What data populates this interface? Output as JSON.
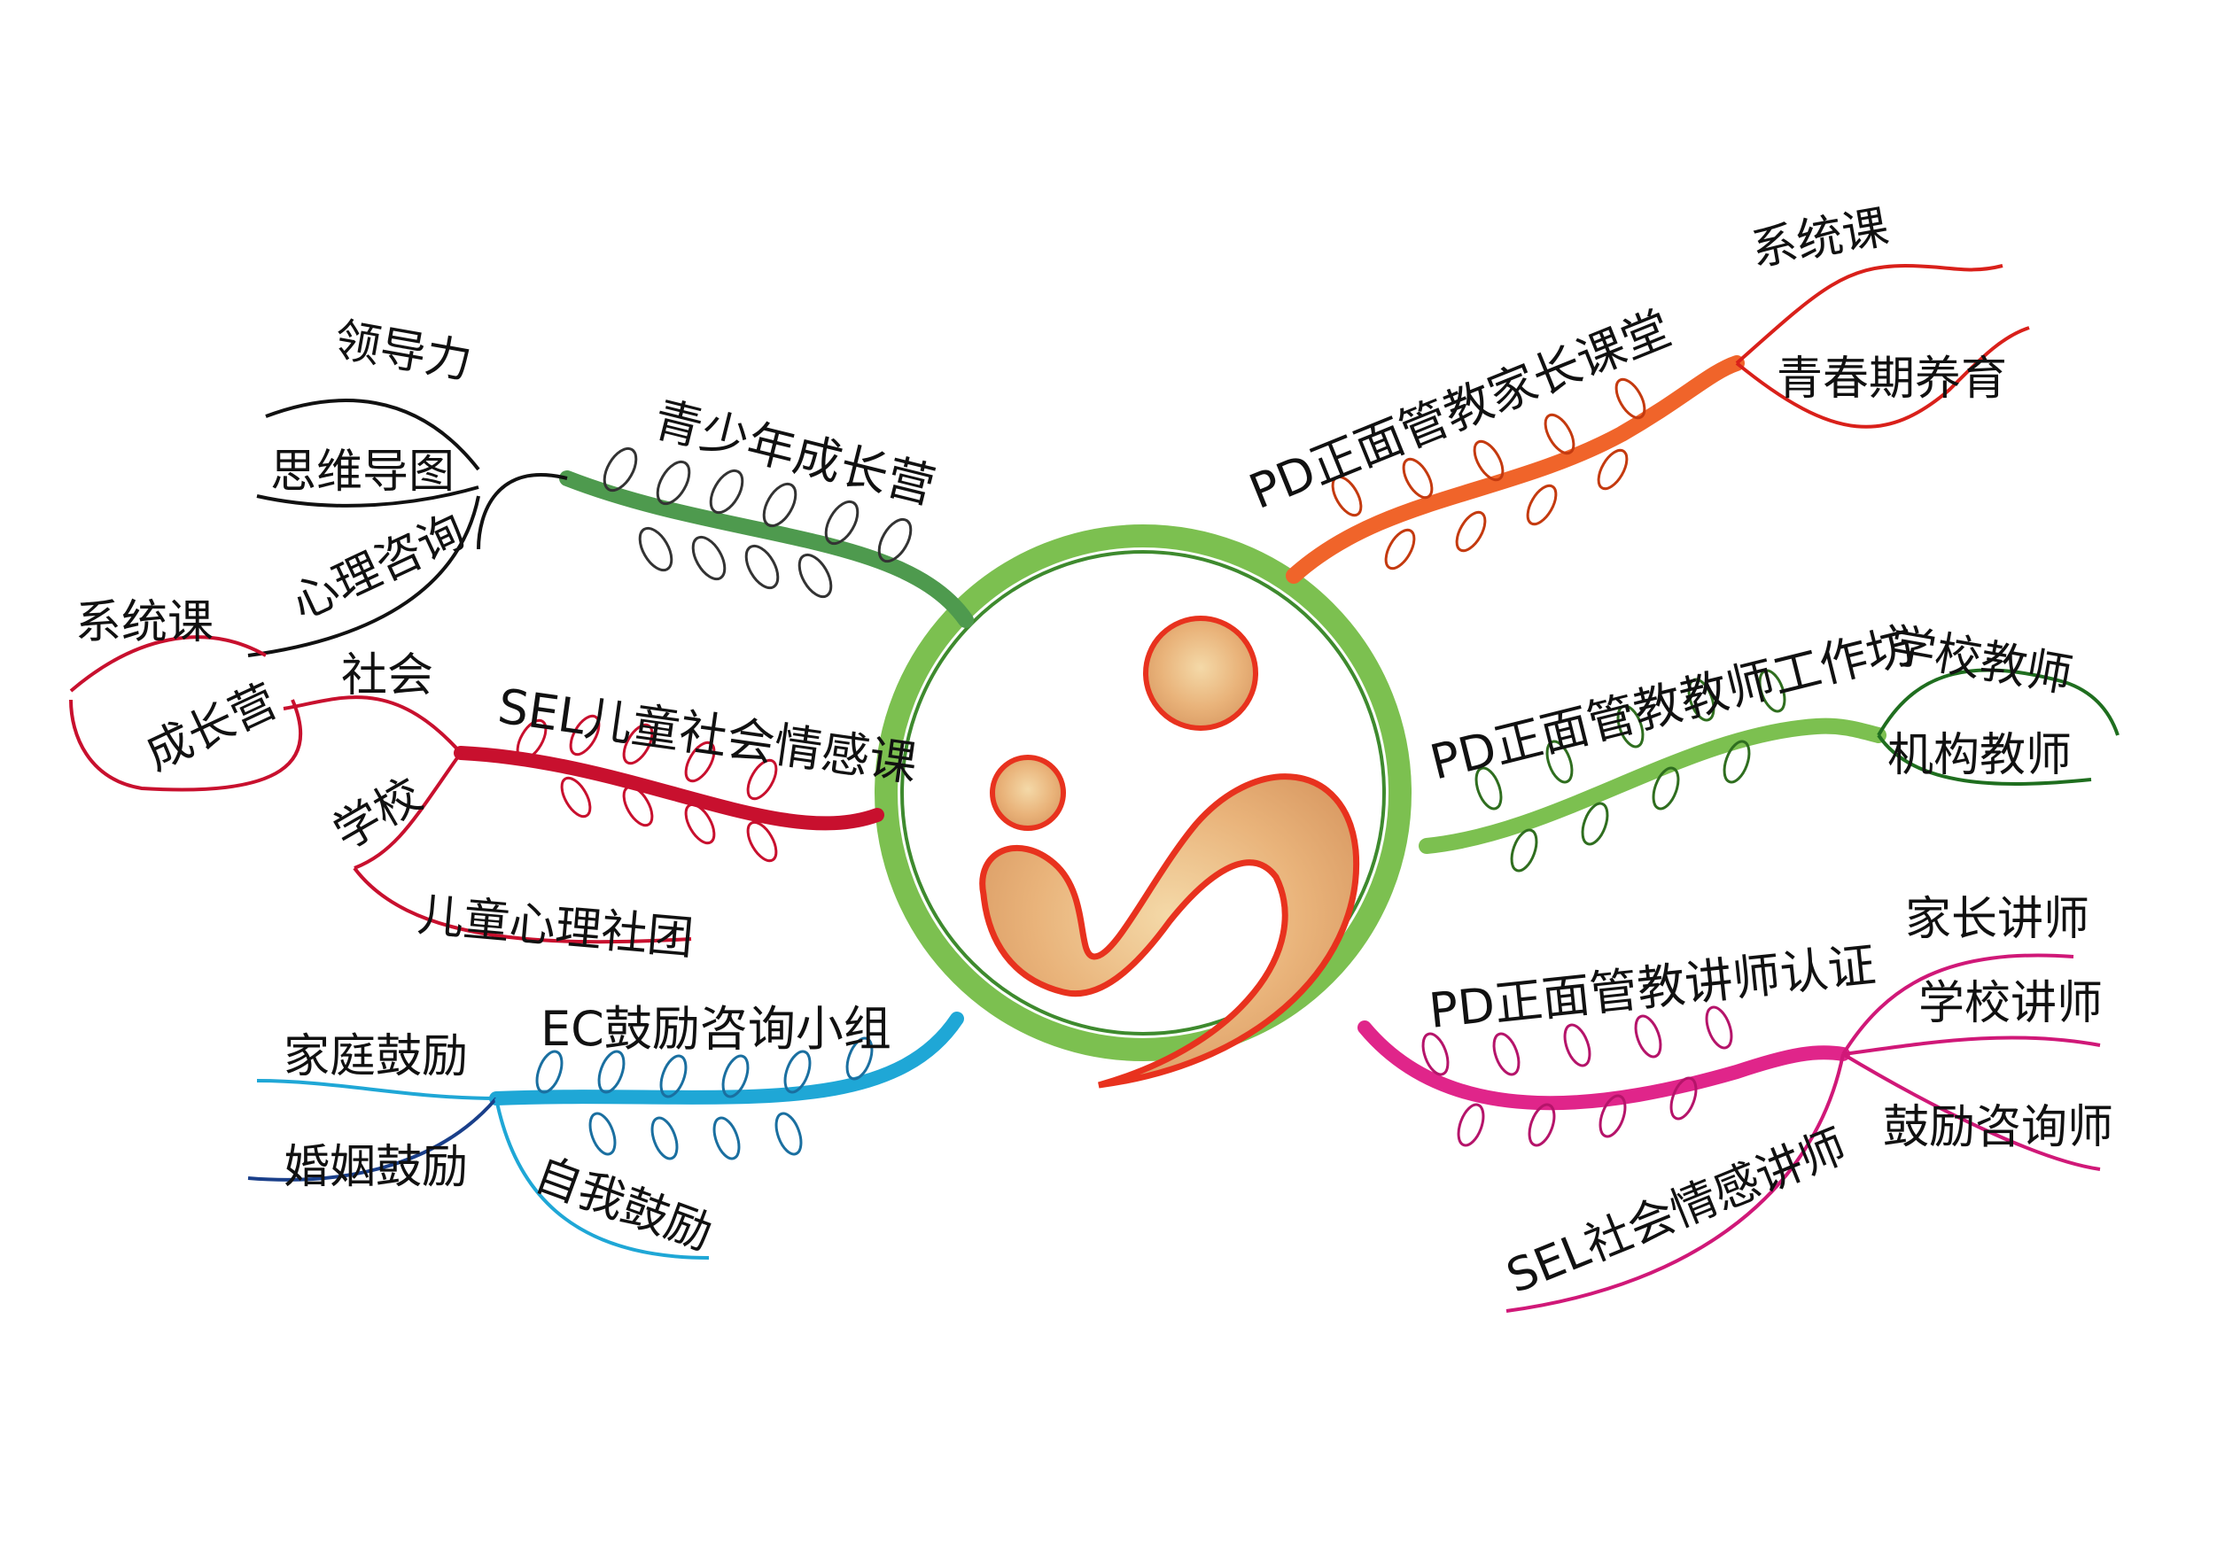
{
  "center": {
    "ring_color": "#7cc050",
    "figure_fill": "#e9b37a",
    "figure_outline": "#e8321e"
  },
  "branches": [
    {
      "id": "youth-camp",
      "label": "青少年成长营",
      "color": "#4e9a4e",
      "children": [
        "领导力",
        "思维导图",
        "心理咨询",
        "系统课"
      ]
    },
    {
      "id": "sel-children",
      "label": "SEL儿童社会情感课",
      "color": "#c8102e",
      "children": [
        "社会",
        "成长营",
        "学校",
        "儿童心理社团"
      ]
    },
    {
      "id": "ec-group",
      "label": "EC鼓励咨询小组",
      "color": "#1fa7d6",
      "children": [
        "家庭鼓励",
        "婚姻鼓励",
        "自我鼓励"
      ]
    },
    {
      "id": "pd-parent",
      "label": "PD正面管教家长课堂",
      "color": "#f0642a",
      "children": [
        "系统课",
        "青春期养育"
      ]
    },
    {
      "id": "pd-teacher",
      "label": "PD正面管教教师工作坊",
      "color": "#3a9a2a",
      "children": [
        "学校教师",
        "机构教师"
      ]
    },
    {
      "id": "pd-lecturer",
      "label": "PD正面管教讲师认证",
      "color": "#e0258a",
      "children": [
        "家长讲师",
        "学校讲师",
        "鼓励咨询师",
        "SEL社会情感讲师"
      ]
    }
  ]
}
